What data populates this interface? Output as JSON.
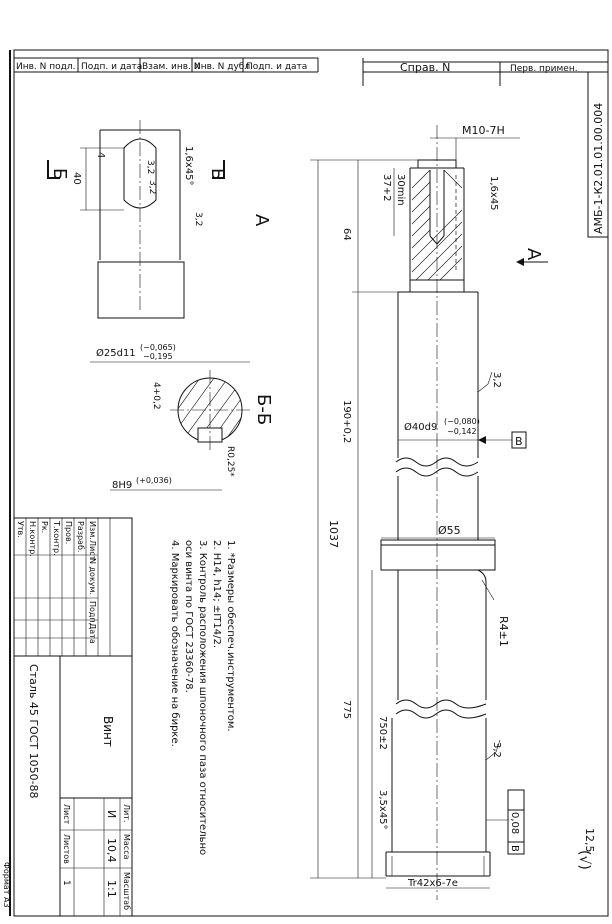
{
  "header_row": {
    "inv_podl": "Инв. N подл.",
    "podp_data_1": "Подп. и дата",
    "vzam_inv": "Взам. инв. N",
    "inv_dubl": "Инв. N дубл.",
    "podp_data_2": "Подп. и дата",
    "sprav": "Справ. N",
    "perv_primen": "Перв. примен."
  },
  "designation": "АМБ-1-К2.01.01.00.004",
  "view_a": {
    "label": "А"
  },
  "section_bb": {
    "label": "Б-Б",
    "cut_mark": "Б"
  },
  "dims": {
    "m10": "М10-7Н",
    "chamfer_top": "1,6x45",
    "len_30min": "30min",
    "len_37": "37+2",
    "len_64": "64",
    "len_190": "190+0,2",
    "d40": "Ø40d9",
    "d40_tol_up": "(−0,080)",
    "d40_tol_dn": "−0,142",
    "d55": "Ø55",
    "total_1037": "1037",
    "r4": "R4±1",
    "len_775": "775",
    "len_750": "750±2",
    "chamfer_bot": "3,5x45°",
    "thread": "Tr42x6-7e",
    "runout": "0,08",
    "runout_base": "B",
    "base_b": "B",
    "rough_32": "3,2",
    "rough_main": "12,5",
    "rough_paren": "(√)",
    "a_40": "40",
    "a_4": "4",
    "a_r32": "3,2",
    "a_16": "1,6x45°",
    "s_d25": "Ø25d11",
    "s_d25_up": "(−0,065)",
    "s_d25_dn": "−0,195",
    "s_4": "4+0,2",
    "s_r025": "R0,25*",
    "s_8h9": "8H9",
    "s_8h9_tol": "(+0,036)"
  },
  "notes": [
    "1. *Размеры обеспеч.инструментом.",
    "2. H14, h14; ±IT14/2.",
    "3. Контроль расположения шпоночного паза относительно",
    "оси винта по ГОСТ 23360-78.",
    "4. Маркировать обозначение на бирке."
  ],
  "title_block": {
    "name": "Винт",
    "material": "Сталь 45 ГОСТ 1050-88",
    "lit": "Лит.",
    "massa": "Масса",
    "masshtab": "Масштаб",
    "lit_val": "И",
    "massa_val": "10,4",
    "masshtab_val": "1:1",
    "list": "Лист",
    "listov": "Листов",
    "listov_val": "1",
    "col_izm": "Изм.",
    "col_list": "Лист",
    "col_ndoc": "N докум.",
    "col_podp": "Подп.",
    "col_data": "Дата",
    "razrab": "Разраб.",
    "prov": "Пров.",
    "tkontr": "Т.контр.",
    "rk": "Рк.",
    "nkontr": "Н.контр.",
    "utv": "Утв."
  },
  "format": "Формат А3"
}
